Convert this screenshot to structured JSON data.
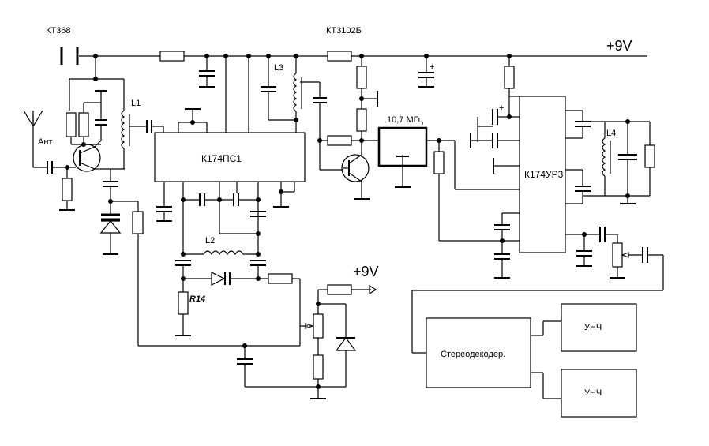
{
  "labels": {
    "transistor_top": "КТ368",
    "transistor_mid": "КТ3102Б",
    "supply_top": "+9V",
    "supply_mid": "+9V",
    "antenna": "Ант",
    "coil_l1": "L1",
    "coil_l2": "L2",
    "coil_l3": "L3",
    "coil_l4": "L4",
    "filter": "10,7 МГц",
    "chip_mixer": "К174ПС1",
    "chip_if": "К174УР3",
    "resistor_r14": "R14",
    "stereo_decoder": "Стереодекодер.",
    "amp_top": "УНЧ",
    "amp_bottom": "УНЧ",
    "plus_1": "+",
    "plus_2": "+"
  }
}
